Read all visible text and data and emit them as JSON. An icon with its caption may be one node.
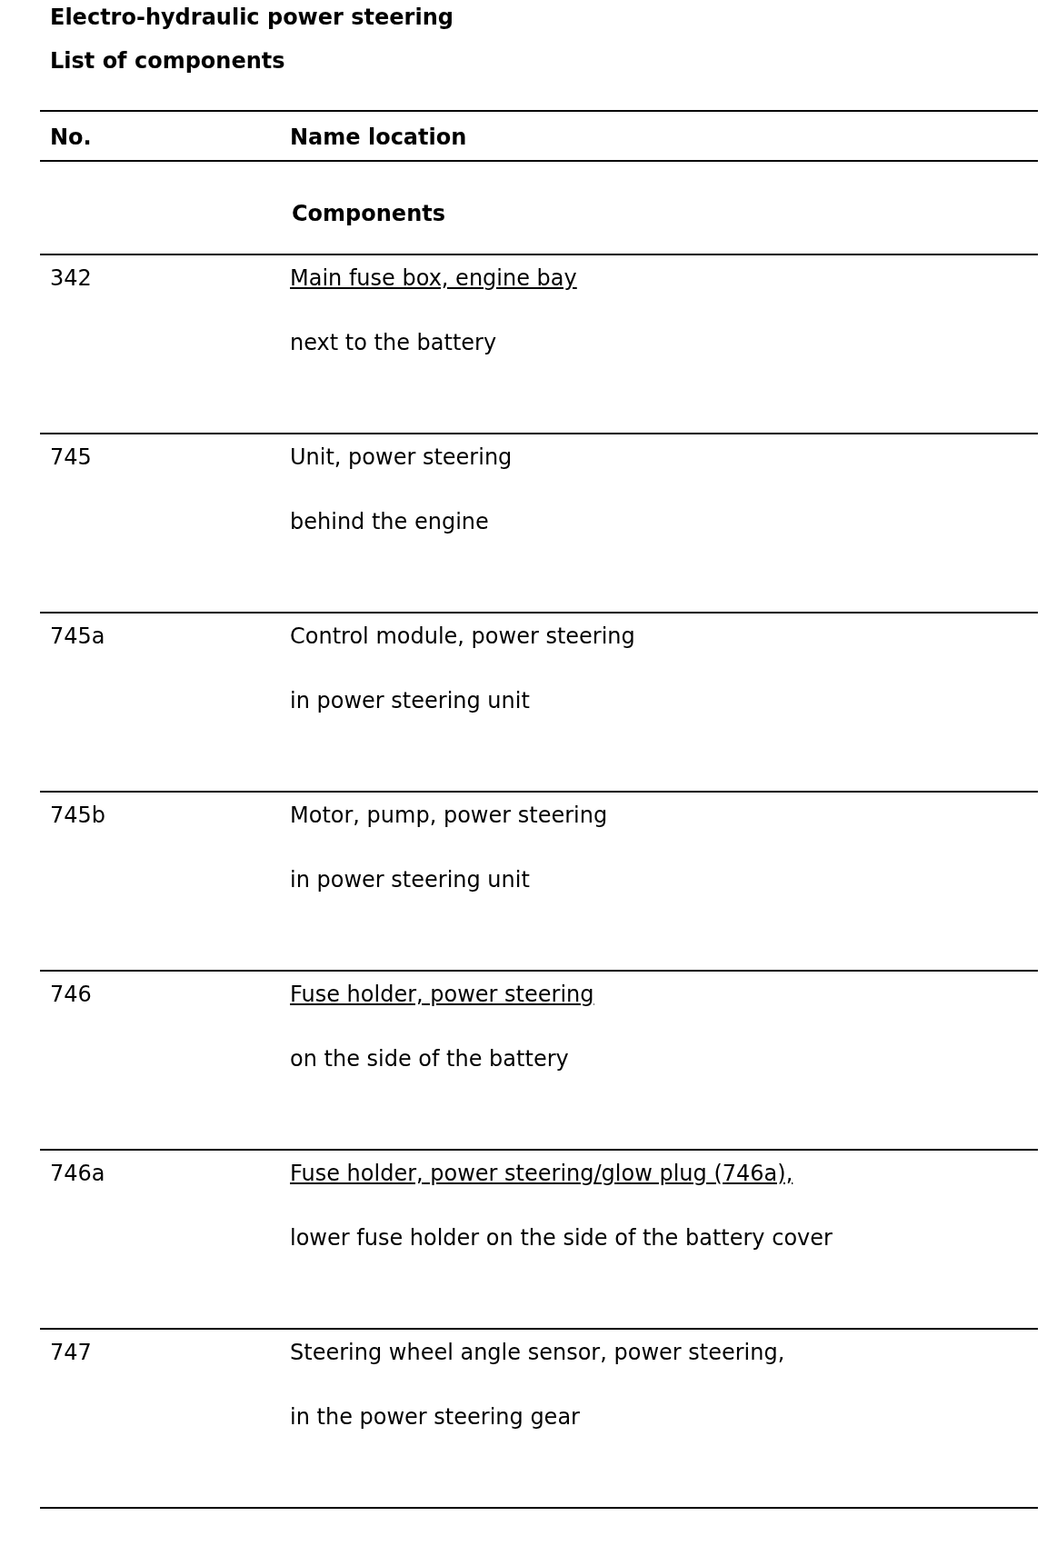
{
  "diagram": {
    "title": "Electro-hydraulic power steering",
    "labels": [
      "List of components",
      "No.",
      "Name location",
      "Components",
      "342",
      "Main fuse box, engine bay",
      "next to the battery",
      "745",
      "Unit, power steering",
      "behind the engine",
      "745a",
      "Control module, power steering",
      "in power steering unit",
      "745b",
      "Motor, pump, power steering",
      "in power steering unit",
      "746",
      "Fuse holder, power steering",
      "on the side of the battery",
      "746a",
      "Fuse holder, power steering/glow plug (746a),",
      "lower fuse holder on the side of the battery cover",
      "747",
      "Steering wheel angle sensor, power steering,",
      "in the power steering gear"
    ]
  }
}
